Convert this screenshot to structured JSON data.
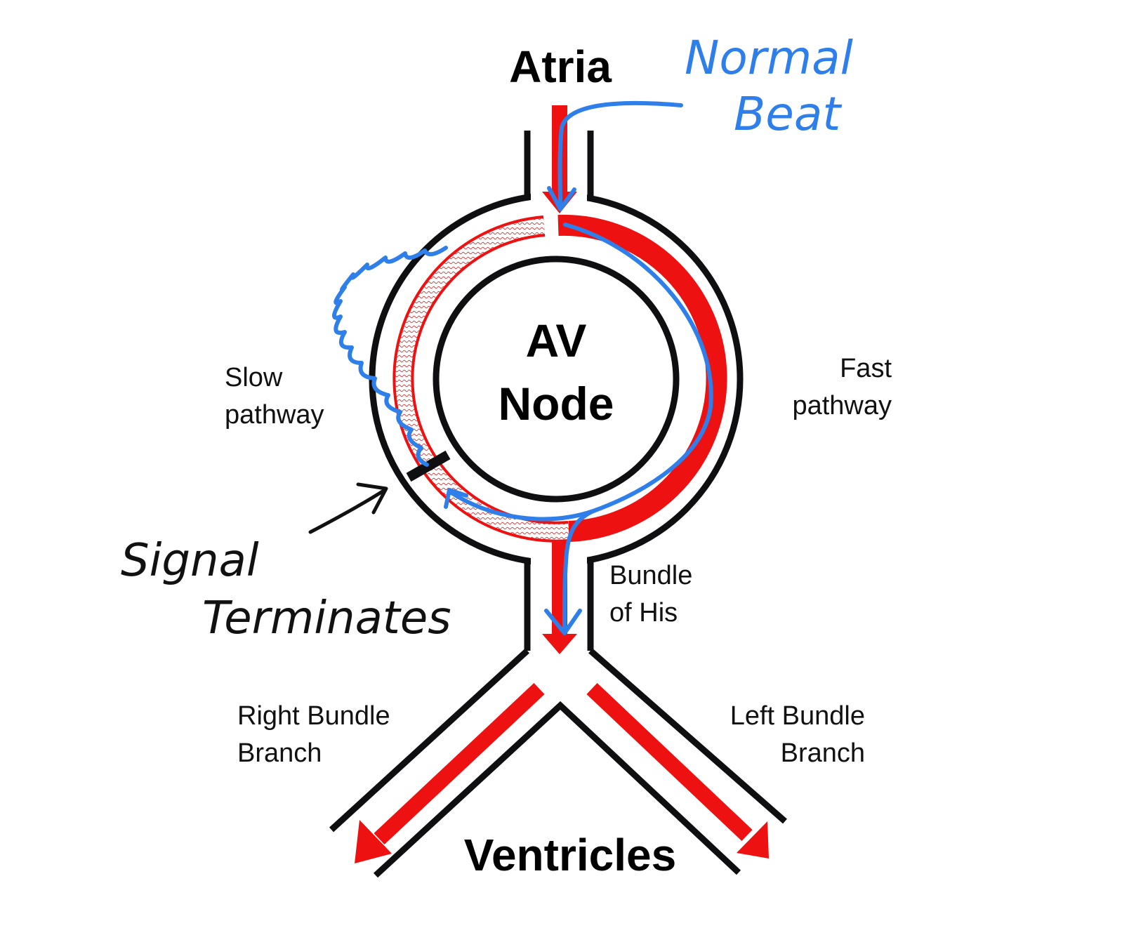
{
  "labels": {
    "atria": "Atria",
    "av_node_line1": "AV",
    "av_node_line2": "Node",
    "ventricles": "Ventricles",
    "slow_pathway_line1": "Slow",
    "slow_pathway_line2": "pathway",
    "fast_pathway_line1": "Fast",
    "fast_pathway_line2": "pathway",
    "bundle_of_his_line1": "Bundle",
    "bundle_of_his_line2": "of His",
    "right_bundle_line1": "Right Bundle",
    "right_bundle_line2": "Branch",
    "left_bundle_line1": "Left Bundle",
    "left_bundle_line2": "Branch"
  },
  "annotations": {
    "normal_beat_line1": "Normal",
    "normal_beat_line2": "Beat",
    "signal_terminates_line1": "Signal",
    "signal_terminates_line2": "Terminates"
  },
  "colors": {
    "outline": "#0f0f12",
    "conduction": "#ee1111",
    "signal": "#2f7fea"
  }
}
